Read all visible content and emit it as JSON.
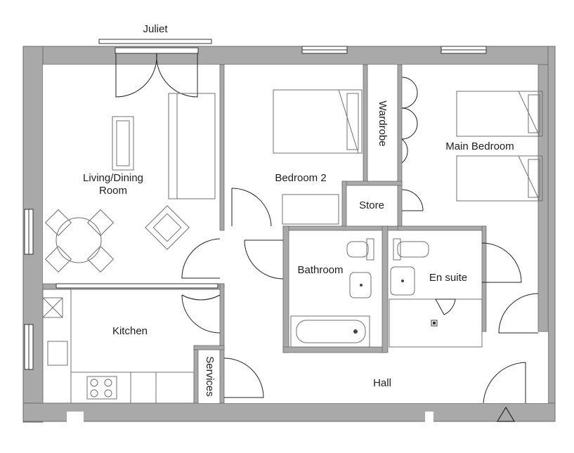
{
  "rooms": {
    "juliet": "Juliet",
    "living_line1": "Living/Dining",
    "living_line2": "Room",
    "bedroom2": "Bedroom 2",
    "wardrobe": "Wardrobe",
    "main_bedroom": "Main Bedroom",
    "store": "Store",
    "bathroom": "Bathroom",
    "en_suite": "En suite",
    "kitchen": "Kitchen",
    "services": "Services",
    "hall": "Hall"
  },
  "colors": {
    "wall": "#a9a9a9",
    "line": "#222222",
    "furniture": "#707070"
  }
}
